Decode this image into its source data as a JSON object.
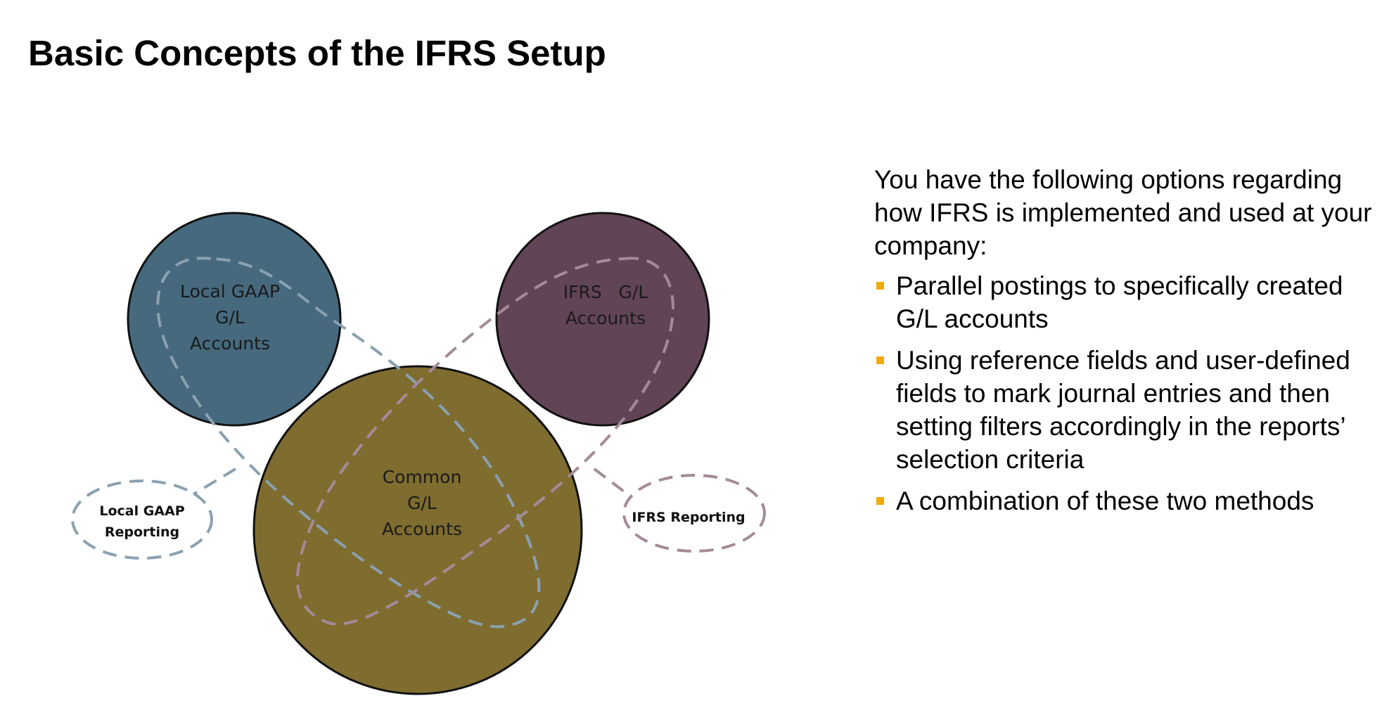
{
  "title": "Basic Concepts of the IFRS Setup",
  "diagram": {
    "local_circle": [
      "Local GAAP",
      "G/L",
      "Accounts"
    ],
    "ifrs_circle": [
      "IFRS   G/L",
      "Accounts"
    ],
    "common_circle": [
      "Common",
      "G/L",
      "Accounts"
    ],
    "local_reporting": [
      "Local GAAP",
      "Reporting"
    ],
    "ifrs_reporting": "IFRS Reporting",
    "colors": {
      "local": "#46697e",
      "ifrs": "#624457",
      "common": "#7f6c2f",
      "local_dash": "#8aa1b0",
      "ifrs_dash": "#a38b98"
    }
  },
  "panel": {
    "intro": "You have the following options regarding how IFRS is implemented and used at your company:",
    "bullets": [
      "Parallel postings to specifically created G/L accounts",
      "Using reference fields and user-defined fields to mark journal entries and then setting filters accordingly in the reports’ selection criteria",
      "A combination of these two methods"
    ],
    "bullet_color": "#f0ab00"
  }
}
